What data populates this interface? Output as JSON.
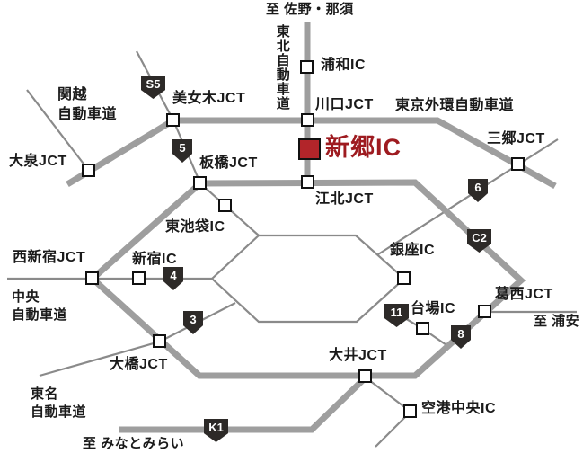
{
  "map": {
    "destinations": {
      "north": "至 佐野・那須",
      "east": "至 浦安",
      "south": "至 みなとみらい"
    },
    "expressways": {
      "tohoku": "東北自動車道",
      "gaikan": "東京外環自動車道",
      "kanetsu_line1": "関越",
      "kanetsu_line2": "自動車道",
      "chuo_line1": "中央",
      "chuo_line2": "自動車道",
      "tomei_line1": "東名",
      "tomei_line2": "自動車道"
    },
    "highlight": {
      "name": "新郷IC",
      "color": "#b2252a"
    },
    "junctions": {
      "urawa": "浦和IC",
      "kawaguchi": "川口JCT",
      "misato": "三郷JCT",
      "kohoku": "江北JCT",
      "bijogi": "美女木JCT",
      "oizumi": "大泉JCT",
      "itabashi": "板橋JCT",
      "higashi_ikebukuro": "東池袋IC",
      "nishi_shinjuku": "西新宿JCT",
      "shinjuku": "新宿IC",
      "ginza": "銀座IC",
      "kasai": "葛西JCT",
      "daiba": "台場IC",
      "ohashi": "大橋JCT",
      "oi": "大井JCT",
      "kuko_chuo": "空港中央IC"
    },
    "route_badges": {
      "s5": "S5",
      "r5": "5",
      "r4": "4",
      "r3": "3",
      "k1": "K1",
      "r11": "11",
      "r8": "8",
      "r6": "6",
      "c2": "C2"
    },
    "colors": {
      "thick_road": "#9e9e9e",
      "thin_road": "#8a8a8a",
      "badge_bg": "#2d2a28",
      "badge_text": "#ffffff",
      "node_border": "#111111",
      "text": "#1a1a1a",
      "highlight_red": "#b2252a"
    }
  }
}
